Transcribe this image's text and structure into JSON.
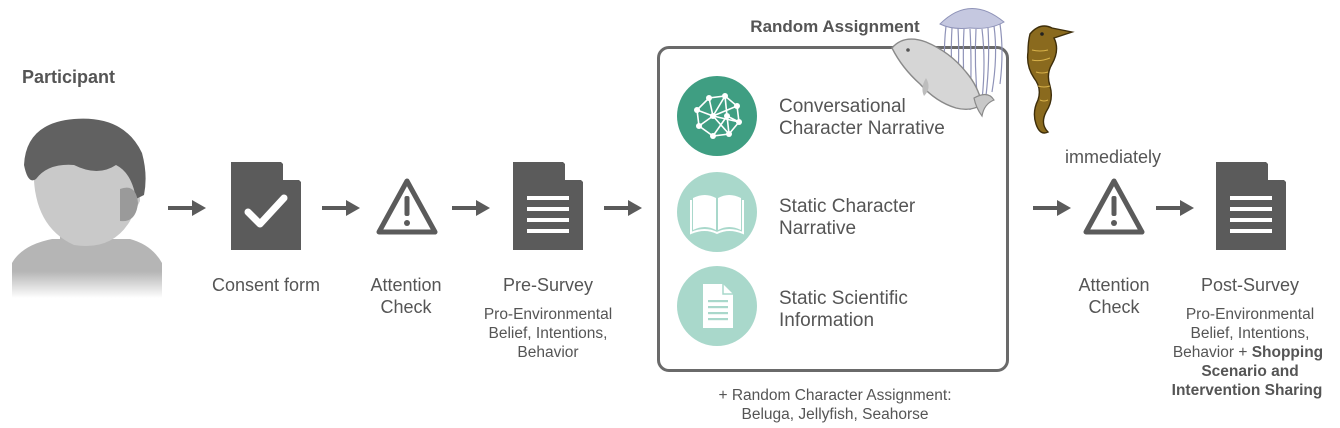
{
  "participant": {
    "title": "Participant"
  },
  "steps": {
    "consent": {
      "label": "Consent form"
    },
    "attention1": {
      "label_line1": "Attention",
      "label_line2": "Check"
    },
    "presurvey": {
      "label": "Pre-Survey",
      "detail_line1": "Pro-Environmental",
      "detail_line2": "Belief, Intentions,",
      "detail_line3": "Behavior"
    },
    "random_assignment": {
      "title": "Random Assignment",
      "conditions": [
        {
          "line1": "Conversational",
          "line2": "Character Narrative",
          "icon": "neural-network-icon",
          "color": "#3f9e82"
        },
        {
          "line1": "Static Character",
          "line2": "Narrative",
          "icon": "book-icon",
          "color": "#a9d8cb"
        },
        {
          "line1": "Static Scientific",
          "line2": "Information",
          "icon": "document-icon",
          "color": "#a9d8cb"
        }
      ],
      "note_line1": "+ Random Character Assignment:",
      "note_line2": "Beluga, Jellyfish, Seahorse"
    },
    "timing": {
      "label": "immediately"
    },
    "attention2": {
      "label_line1": "Attention",
      "label_line2": "Check"
    },
    "postsurvey": {
      "label": "Post-Survey",
      "detail_line1": "Pro-Environmental",
      "detail_line2": "Belief, Intentions,",
      "detail_line3_plain": "Behavior + ",
      "detail_line3_bold": "Shopping",
      "detail_line4": "Scenario and",
      "detail_line5": "Intervention Sharing"
    }
  },
  "colors": {
    "icon_gray": "#5b5b5b",
    "arrow_gray": "#5b5b5b",
    "teal_dark": "#3f9e82",
    "teal_light": "#a9d8cb"
  }
}
